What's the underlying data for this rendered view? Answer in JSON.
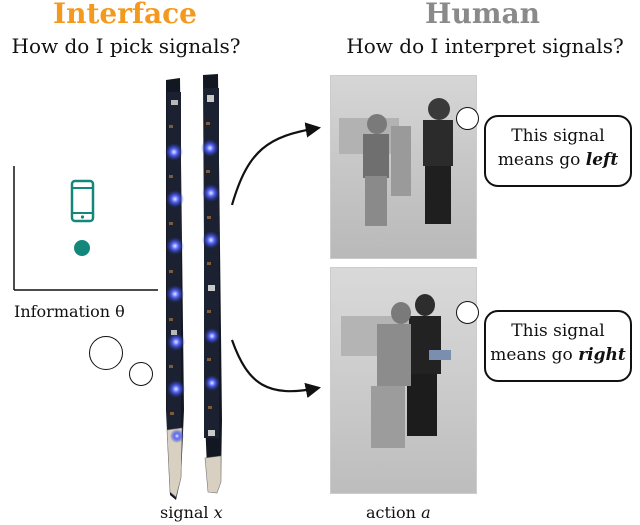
{
  "interface": {
    "title": "Interface",
    "question": "How do I pick signals?",
    "axis_label": "Information θ",
    "signal_label": "signal",
    "signal_symbol": "x"
  },
  "human": {
    "title": "Human",
    "question": "How do I interpret signals?",
    "action_label": "action",
    "action_symbol": "a",
    "top_bubble": {
      "line1": "This signal",
      "line2_prefix": "means go",
      "direction": "left"
    },
    "bottom_bubble": {
      "line1": "This signal",
      "line2_prefix": "means go",
      "direction": "right"
    }
  },
  "colors": {
    "interface_title": "#f39a1e",
    "human_title": "#8a8a8a",
    "teal": "#13877c",
    "led_blue": "#3a4dff"
  },
  "icons": [
    "phone-icon",
    "dot-icon",
    "led-strip",
    "arrow-up",
    "arrow-down",
    "thought-bubble"
  ]
}
